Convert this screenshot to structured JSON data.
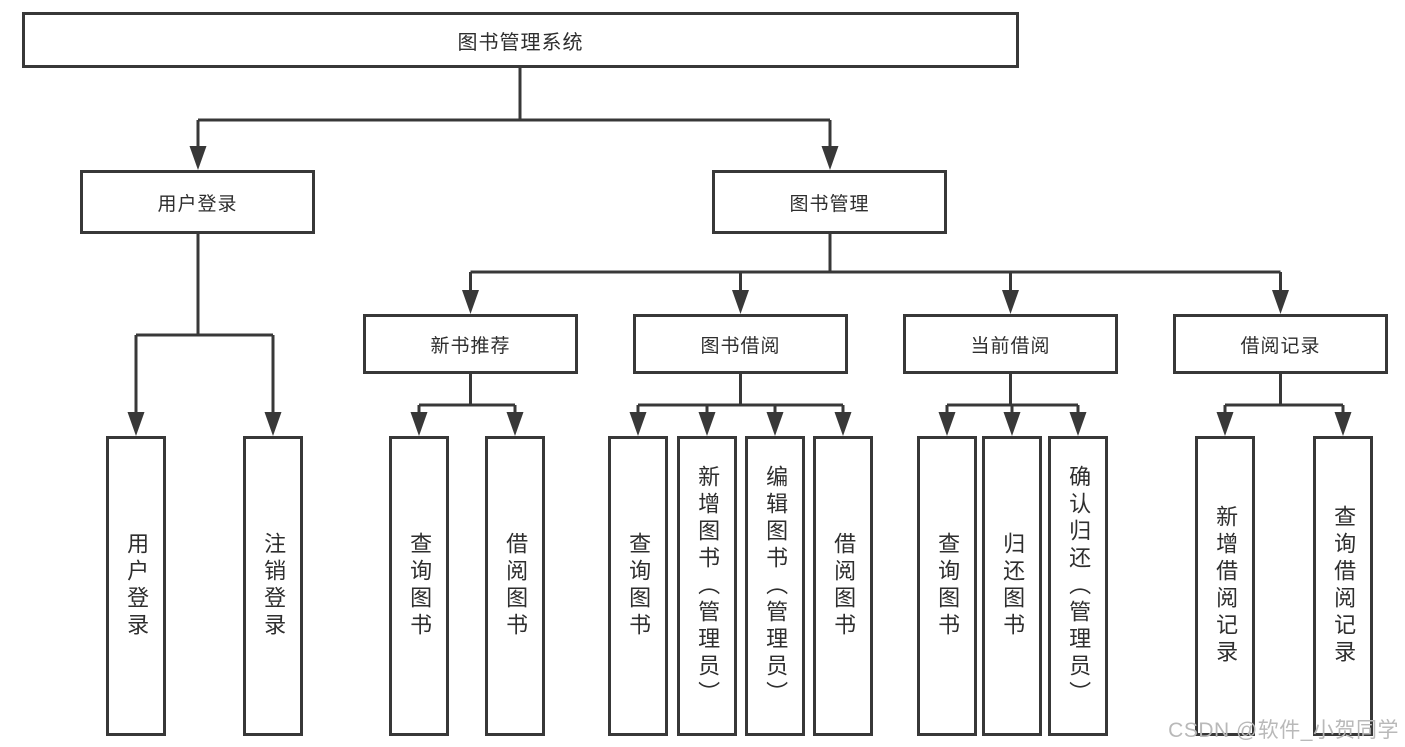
{
  "tree": {
    "root": {
      "label": "图书管理系统"
    },
    "branches": [
      {
        "label": "用户登录",
        "children": [
          {
            "label": "用户登录"
          },
          {
            "label": "注销登录"
          }
        ]
      },
      {
        "label": "图书管理",
        "children": [
          {
            "label": "新书推荐",
            "children": [
              {
                "label": "查询图书"
              },
              {
                "label": "借阅图书"
              }
            ]
          },
          {
            "label": "图书借阅",
            "children": [
              {
                "label": "查询图书"
              },
              {
                "label": "新增图书（管理员）"
              },
              {
                "label": "编辑图书（管理员）"
              },
              {
                "label": "借阅图书"
              }
            ]
          },
          {
            "label": "当前借阅",
            "children": [
              {
                "label": "查询图书"
              },
              {
                "label": "归还图书"
              },
              {
                "label": "确认归还（管理员）"
              }
            ]
          },
          {
            "label": "借阅记录",
            "children": [
              {
                "label": "新增借阅记录"
              },
              {
                "label": "查询借阅记录"
              }
            ]
          }
        ]
      }
    ]
  },
  "watermark": "CSDN @软件_小贺同学",
  "colors": {
    "line": "#383838",
    "box_border": "#383838",
    "text": "#2e2e2e",
    "watermark": "#b9b9b9",
    "background": "#ffffff"
  }
}
